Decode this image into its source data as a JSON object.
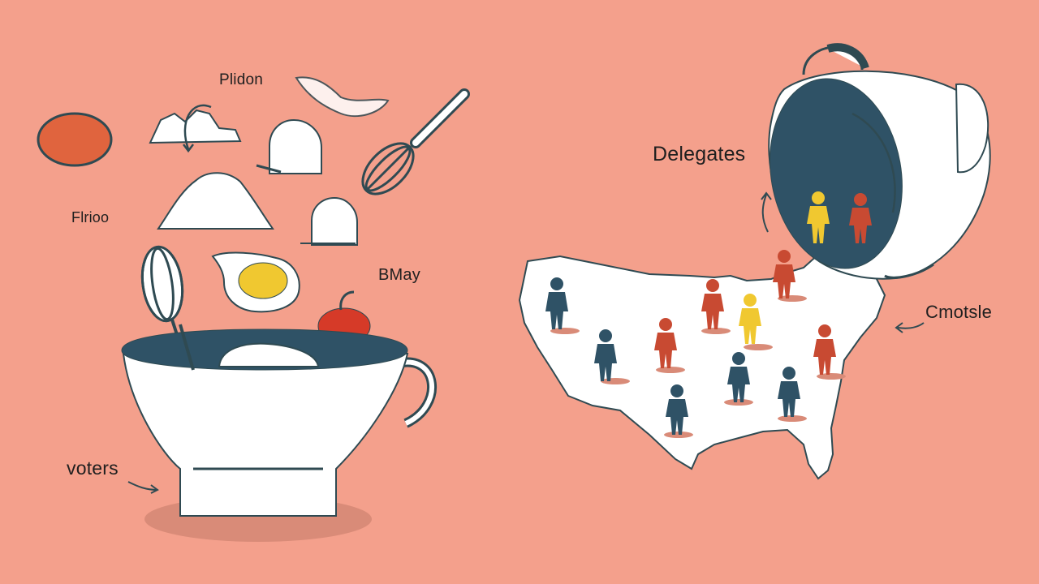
{
  "colors": {
    "background": "#f4a08c",
    "white": "#ffffff",
    "outline": "#2f4a52",
    "navy": "#2f5266",
    "red": "#c84a32",
    "yellow": "#f0c830",
    "tomato": "#d63a28",
    "oval": "#e0643e",
    "shadow": "#d98b78"
  },
  "labels": {
    "plidon": "Plidon",
    "flrioo": "Flrioo",
    "bmay": "BMay",
    "voters": "voters",
    "delegates": "Delegates",
    "cmotsle": "Cmotsle"
  },
  "icons": [
    "whisk-icon",
    "egg-icon",
    "fried-egg-icon",
    "tomato-icon",
    "mixing-bowl-icon",
    "pouring-bowl-icon",
    "person-icon",
    "usa-map-icon",
    "arrow-icon"
  ]
}
